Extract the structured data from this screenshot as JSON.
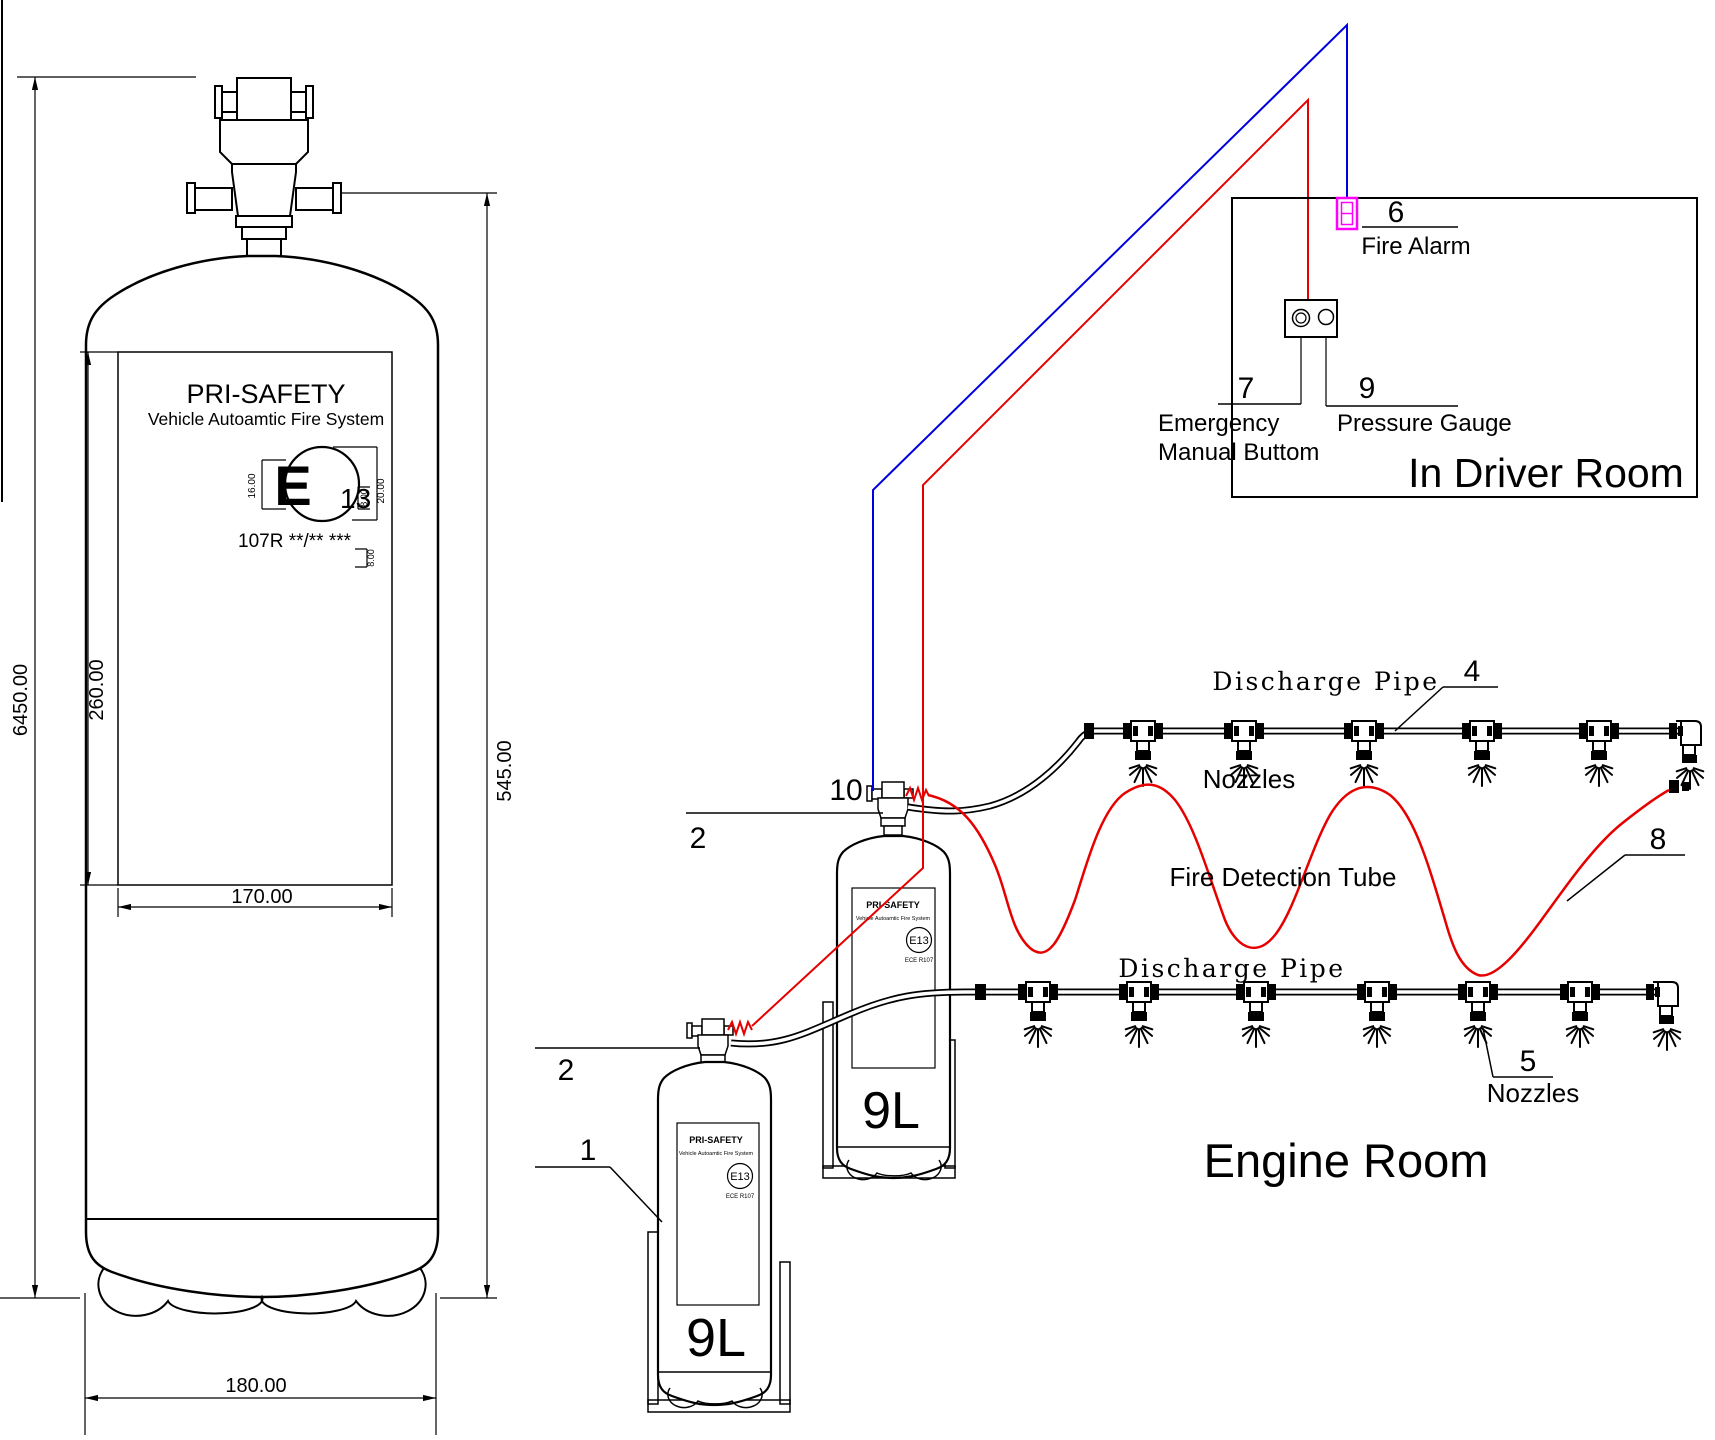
{
  "tank_detail": {
    "brand": "PRI-SAFETY",
    "subtitle": "Vehicle Autoamtic Fire System",
    "e_letter": "E",
    "e_number": "13",
    "approval_code": "107R **/** ***",
    "dim_overall_height": "6450.00",
    "dim_body_height": "545.00",
    "dim_label_height": "260.00",
    "dim_label_width": "170.00",
    "dim_base_width": "180.00",
    "dim_e_height": "16.00",
    "dim_number_height": "8.00",
    "dim_mark_height": "20.00",
    "dim_code_height": "8.00"
  },
  "system": {
    "driver_room": {
      "title": "In Driver Room",
      "fire_alarm": {
        "number": "6",
        "label": "Fire Alarm"
      },
      "emergency_button": {
        "number": "7",
        "label_line1": "Emergency",
        "label_line2": "Manual Buttom"
      },
      "pressure_gauge": {
        "number": "9",
        "label": "Pressure Gauge"
      }
    },
    "engine_room": {
      "title": "Engine Room",
      "upper_pipe": {
        "label": "Discharge Pipe",
        "number": "4",
        "nozzles_label": "Nozzles"
      },
      "lower_pipe": {
        "label": "Discharge Pipe",
        "number": "5",
        "nozzles_label": "Nozzles"
      },
      "detection_tube": {
        "label": "Fire Detection Tube",
        "number": "8"
      },
      "main_cylinder": {
        "valve_number": "10",
        "outlet_number": "2",
        "volume": "9L",
        "brand": "PRI-SAFETY",
        "subtitle": "Vehicle Autoamtic Fire System",
        "mark": "E13",
        "ece": "ECE R107"
      },
      "reserve_cylinder": {
        "bracket_number": "1",
        "outlet_number": "2",
        "volume": "9L",
        "brand": "PRI-SAFETY",
        "subtitle": "Vehicle Autoamtic Fire System",
        "mark": "E13",
        "ece": "ECE R107"
      }
    }
  },
  "colors": {
    "detection_red": "#e60000",
    "wire_blue": "#0000dd",
    "alarm_magenta": "#ff00ff"
  }
}
